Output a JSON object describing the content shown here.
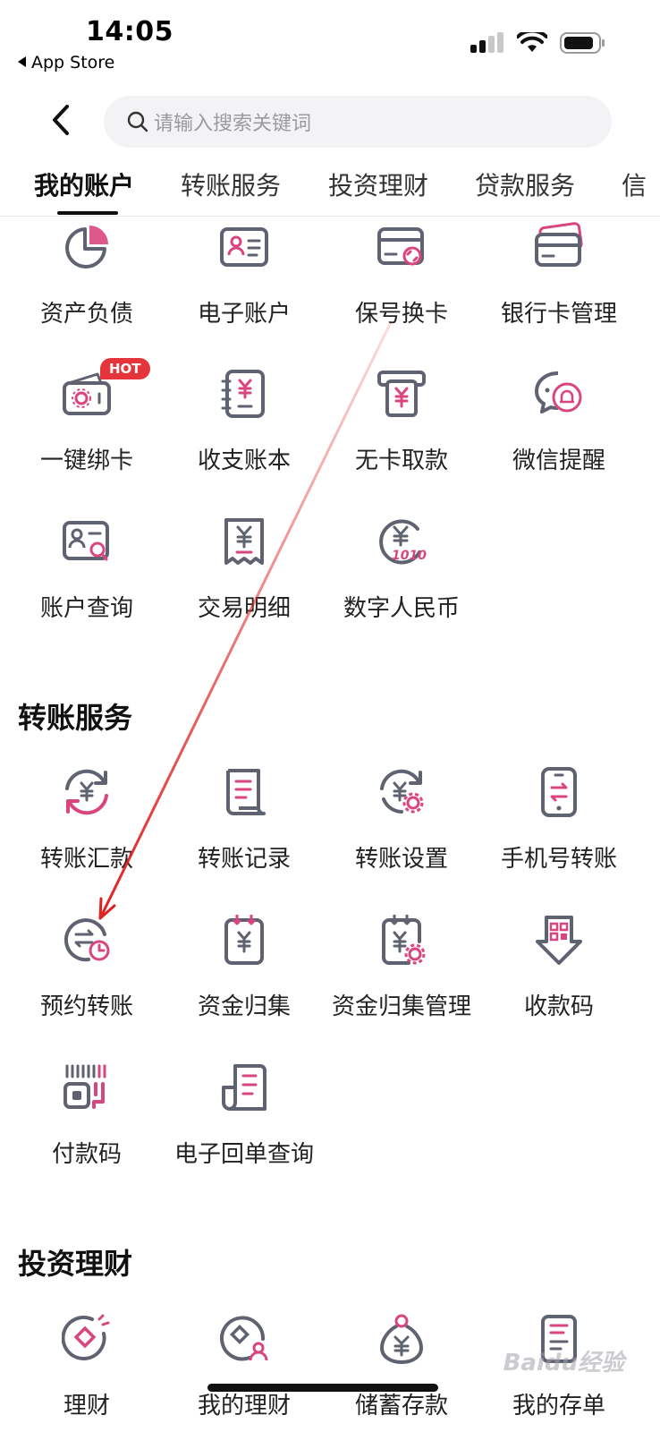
{
  "status_bar": {
    "time": "14:05",
    "back_app": "App Store"
  },
  "search": {
    "placeholder": "请输入搜索关键词"
  },
  "tabs": [
    {
      "label": "我的账户"
    },
    {
      "label": "转账服务"
    },
    {
      "label": "投资理财"
    },
    {
      "label": "贷款服务"
    },
    {
      "label": "信"
    }
  ],
  "account_items": [
    {
      "label": "资产负债",
      "icon": "pie-chart-icon"
    },
    {
      "label": "电子账户",
      "icon": "id-card-icon"
    },
    {
      "label": "保号换卡",
      "icon": "card-refresh-icon"
    },
    {
      "label": "银行卡管理",
      "icon": "cards-icon"
    },
    {
      "label": "一键绑卡",
      "icon": "wallet-gear-icon",
      "badge": "HOT"
    },
    {
      "label": "收支账本",
      "icon": "ledger-icon"
    },
    {
      "label": "无卡取款",
      "icon": "atm-icon"
    },
    {
      "label": "微信提醒",
      "icon": "chat-bell-icon"
    },
    {
      "label": "账户查询",
      "icon": "account-search-icon"
    },
    {
      "label": "交易明细",
      "icon": "receipt-icon"
    },
    {
      "label": "数字人民币",
      "icon": "digital-yuan-icon"
    }
  ],
  "transfer_section": {
    "title": "转账服务"
  },
  "transfer_items": [
    {
      "label": "转账汇款",
      "icon": "transfer-cycle-icon"
    },
    {
      "label": "转账记录",
      "icon": "record-scroll-icon"
    },
    {
      "label": "转账设置",
      "icon": "transfer-settings-icon"
    },
    {
      "label": "手机号转账",
      "icon": "phone-transfer-icon"
    },
    {
      "label": "预约转账",
      "icon": "scheduled-transfer-icon"
    },
    {
      "label": "资金归集",
      "icon": "fund-collect-icon"
    },
    {
      "label": "资金归集管理",
      "icon": "fund-collect-settings-icon"
    },
    {
      "label": "收款码",
      "icon": "receive-code-icon"
    },
    {
      "label": "付款码",
      "icon": "pay-code-icon"
    },
    {
      "label": "电子回单查询",
      "icon": "e-receipt-icon"
    }
  ],
  "invest_section": {
    "title": "投资理财"
  },
  "invest_items": [
    {
      "label": "理财",
      "icon": "diamond-coin-icon"
    },
    {
      "label": "我的理财",
      "icon": "my-wealth-icon"
    },
    {
      "label": "储蓄存款",
      "icon": "savings-bag-icon"
    },
    {
      "label": "我的存单",
      "icon": "deposit-doc-icon"
    }
  ],
  "watermark": "Baidu经验",
  "colors": {
    "icon_gray": "#5f6270",
    "icon_pink": "#d9467f",
    "accent_red": "#e5353a",
    "annotation_arrow": "#e01f1f"
  }
}
